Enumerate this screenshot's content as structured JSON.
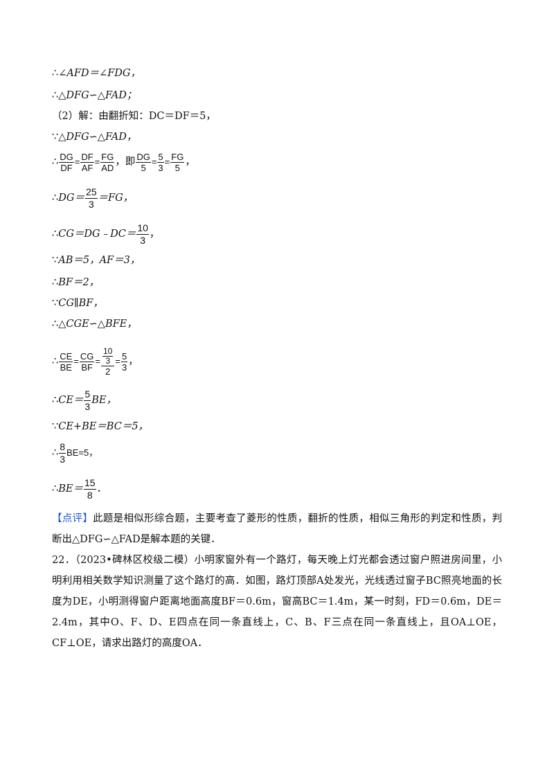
{
  "sol": {
    "l1": {
      "sym": "∴",
      "text": "∠AFD＝∠FDG，"
    },
    "l2": {
      "sym": "∴",
      "text": "△DFG∽△FAD；"
    },
    "l3": {
      "text": "（2）解：由翻折知：DC＝DF＝5，"
    },
    "l4": {
      "sym": "∵",
      "text": "△DFG∽△FAD，"
    },
    "l5": {
      "sym": "∴",
      "f1n": "DG",
      "f1d": "DF",
      "eq": "=",
      "f2n": "DF",
      "f2d": "AF",
      "f3n": "FG",
      "f3d": "AD",
      "sep": "，即",
      "g1n": "DG",
      "g1d": "5",
      "g2n": "5",
      "g2d": "3",
      "g3n": "FG",
      "g3d": "5",
      "end": "，"
    },
    "l6": {
      "sym": "∴",
      "pre": "DG＝",
      "n": "25",
      "d": "3",
      "post": "＝FG，"
    },
    "l7": {
      "sym": "∴",
      "pre": "CG＝DG﹣DC＝",
      "n": "10",
      "d": "3",
      "post": "，"
    },
    "l8": {
      "sym": "∵",
      "text": "AB＝5，AF＝3，"
    },
    "l9": {
      "sym": "∴",
      "text": "BF＝2，"
    },
    "l10": {
      "sym": "∵",
      "text": "CG∥BF，"
    },
    "l11": {
      "sym": "∴",
      "text": "△CGE∽△BFE，"
    },
    "l12": {
      "sym": "∴",
      "a_n": "CE",
      "a_d": "BE",
      "b_n": "CG",
      "b_d": "BF",
      "c_nn": "10",
      "c_nd": "3",
      "c_d": "2",
      "e_n": "5",
      "e_d": "3",
      "eq": "=",
      "end": "，"
    },
    "l13": {
      "sym": "∴",
      "pre": "CE＝",
      "n": "5",
      "d": "3",
      "post": "BE，"
    },
    "l14": {
      "sym": "∵",
      "text": "CE+BE＝BC＝5，"
    },
    "l15": {
      "sym": "∴",
      "n": "8",
      "d": "3",
      "post": "BE=5，"
    },
    "l16": {
      "sym": "∴",
      "pre": "BE＝",
      "n": "15",
      "d": "8",
      "post": "．"
    }
  },
  "review": {
    "label": "【点评】",
    "text": "此题是相似形综合题，主要考查了菱形的性质，翻折的性质，相似三角形的判定和性质，判断出△DFG∽△FAD是解本题的关键．"
  },
  "q22": {
    "text": "22．（2023•碑林区校级二模）小明家窗外有一个路灯，每天晚上灯光都会透过窗户照进房间里，小明利用相关数学知识测量了这个路灯的高．如图，路灯顶部A处发光，光线透过窗子BC照亮地面的长度为DE，小明测得窗户距离地面高度BF＝0.6m，窗高BC＝1.4m，某一时刻，FD＝0.6m，DE＝2.4m，其中O、F、D、E四点在同一条直线上，C、B、F三点在同一条直线上，且OA⊥OE，CF⊥OE，请求出路灯的高度OA．"
  }
}
